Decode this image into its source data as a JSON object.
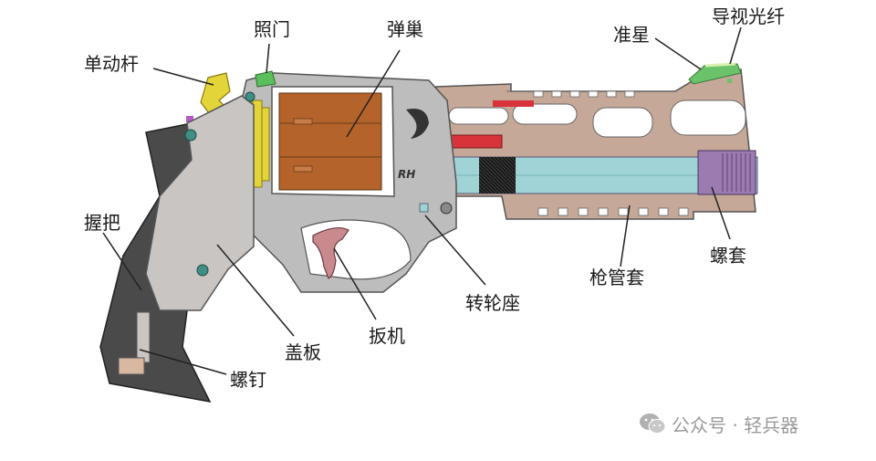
{
  "labels": {
    "single_action_lever": "单动杆",
    "rear_sight": "照门",
    "cylinder": "弹巢",
    "front_sight": "准星",
    "fiber_optic": "导视光纤",
    "grip": "握把",
    "side_plate": "盖板",
    "trigger": "扳机",
    "frame": "转轮座",
    "barrel_shroud": "枪管套",
    "thread_sleeve": "螺套",
    "screw": "螺钉"
  },
  "frame_marking": "RH",
  "watermark": {
    "text": "公众号 · 轻兵器"
  },
  "colors": {
    "frame": "#bdbdbd",
    "side_plate": "#c9c5c2",
    "grip": "#4a4a4a",
    "cylinder": "#b4642a",
    "shroud": "#c6a898",
    "barrel": "#9fd3d6",
    "thread_sleeve": "#9b7bb0",
    "front_sight": "#6ac26a",
    "rear_sight": "#5bbf5b",
    "hammer_lever": "#e3d43a",
    "trigger": "#c98a8e",
    "screw_heads": "#3f8f86",
    "accent_red": "#d8333a",
    "leader_lines": "#222222"
  }
}
